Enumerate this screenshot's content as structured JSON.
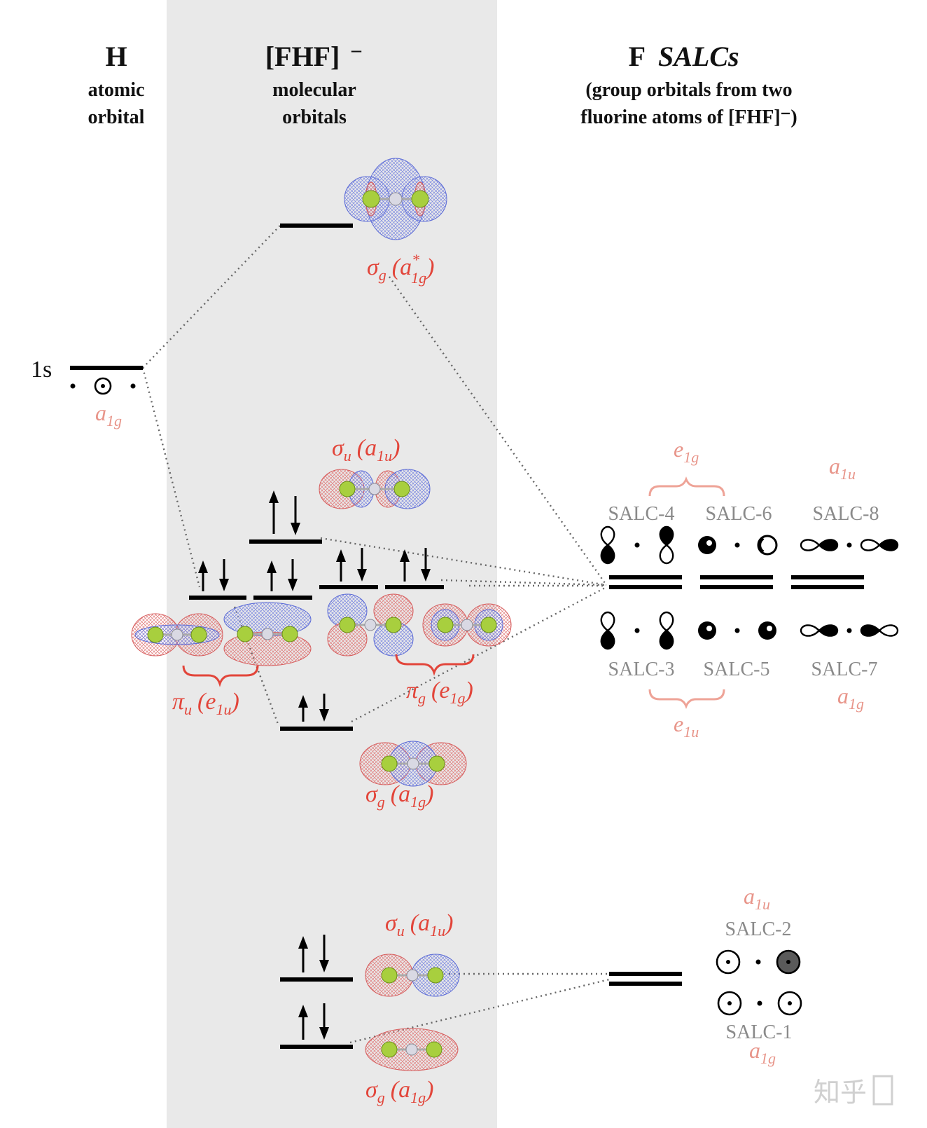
{
  "headers": {
    "h_title": "H",
    "h_sub1": "atomic",
    "h_sub2": "orbital",
    "mo_title": "[FHF]",
    "mo_charge": "–",
    "mo_sub1": "molecular",
    "mo_sub2": "orbitals",
    "salc_title_a": "F",
    "salc_title_b": "SALCs",
    "salc_sub1": "(group orbitals from two",
    "salc_sub2": "fluorine atoms of [FHF]⁻)"
  },
  "h_atom": {
    "label": "1s",
    "sym": "a",
    "sym_sub": "1g"
  },
  "mo_labels": {
    "sigma_g_star": {
      "main": "σ",
      "sub1": "g",
      "paren": "(a",
      "sup": "*",
      "sub2": "1g",
      "close": ")"
    },
    "sigma_u_upper": {
      "main": "σ",
      "sub1": "u",
      "paren": "(a",
      "sub2": "1u",
      "close": ")"
    },
    "pi_u": {
      "main": "π",
      "sub1": "u",
      "paren": "(e",
      "sub2": "1u",
      "close": ")"
    },
    "pi_g": {
      "main": "π",
      "sub1": "g",
      "paren": "(e",
      "sub2": "1g",
      "close": ")"
    },
    "sigma_g_mid": {
      "main": "σ",
      "sub1": "g",
      "paren": "(a",
      "sub2": "1g",
      "close": ")"
    },
    "sigma_u_lower": {
      "main": "σ",
      "sub1": "u",
      "paren": "(a",
      "sub2": "1u",
      "close": ")"
    },
    "sigma_g_lowest": {
      "main": "σ",
      "sub1": "g",
      "paren": "(a",
      "sub2": "1g",
      "close": ")"
    }
  },
  "salcs": {
    "salc1": "SALC-1",
    "salc2": "SALC-2",
    "salc3": "SALC-3",
    "salc4": "SALC-4",
    "salc5": "SALC-5",
    "salc6": "SALC-6",
    "salc7": "SALC-7",
    "salc8": "SALC-8"
  },
  "salc_syms": {
    "e1g": {
      "main": "e",
      "sub": "1g"
    },
    "a1u_top": {
      "main": "a",
      "sub": "1u"
    },
    "e1u": {
      "main": "e",
      "sub": "1u"
    },
    "a1g_right": {
      "main": "a",
      "sub": "1g"
    },
    "a1u_low": {
      "main": "a",
      "sub": "1u"
    },
    "a1g_low": {
      "main": "a",
      "sub": "1g"
    }
  },
  "watermark": "知乎",
  "colors": {
    "panel": "#e9e9e9",
    "red": "#e2453a",
    "light_red": "#e8958a",
    "grey_text": "#8a8a8a"
  }
}
